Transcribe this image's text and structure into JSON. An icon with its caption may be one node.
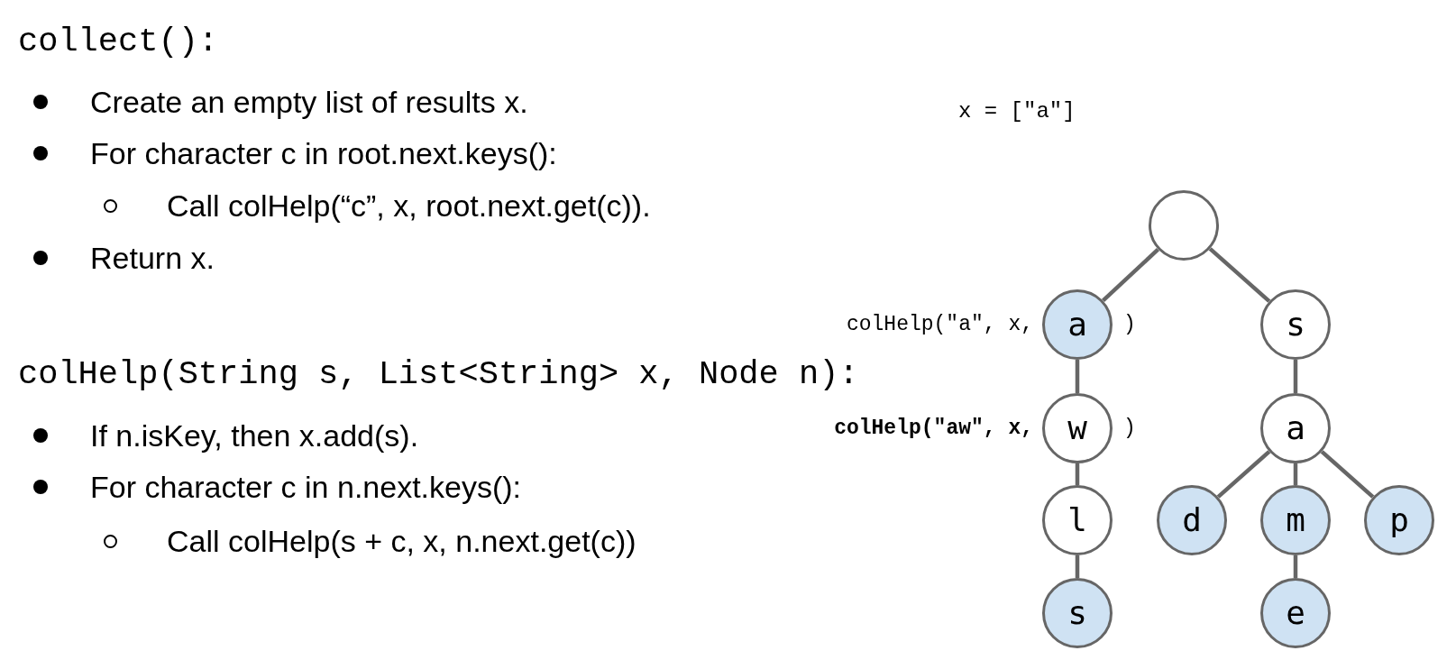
{
  "diagram": {
    "nodes": [
      {
        "text": [],
        "shape": "circle"
      },
      {
        "text": [
          "a"
        ],
        "beside": [
          "colHelp(\"a\", x,",
          ")"
        ]
      },
      {
        "text": [
          "s"
        ]
      },
      {
        "text": [
          "w"
        ],
        "beside": [
          "**colHelp(\"aw\", x,**",
          ")"
        ]
      },
      {
        "text": [
          "a"
        ]
      },
      {
        "text": [
          "l"
        ]
      },
      {
        "text": [
          "d"
        ]
      },
      {
        "text": [
          "m"
        ]
      },
      {
        "text": [
          "p"
        ]
      },
      {
        "text": [
          "s"
        ]
      },
      {
        "text": [
          "e"
        ]
      }
    ],
    "edges": [
      {
        "from": 0,
        "to": 1,
        "arrow": "none"
      },
      {
        "from": 0,
        "to": 2,
        "arrow": "none"
      },
      {
        "from": 1,
        "to": 3,
        "arrow": "none"
      },
      {
        "from": 2,
        "to": 4,
        "arrow": "none"
      },
      {
        "from": 3,
        "to": 5,
        "arrow": "none"
      },
      {
        "from": 4,
        "to": 6,
        "arrow": "none"
      },
      {
        "from": 4,
        "to": 7,
        "arrow": "none"
      },
      {
        "from": 4,
        "to": 8,
        "arrow": "none"
      },
      {
        "from": 5,
        "to": 9,
        "arrow": "none"
      },
      {
        "from": 7,
        "to": 10,
        "arrow": "none"
      }
    ],
    "labels": [
      "collect():",
      "Create an empty list of results x.",
      "For character c in root.next.keys():",
      "Call colHelp(“c”, x, root.next.get(c)).",
      "Return x.",
      "x = [\"a\"]",
      "colHelp(String s, List<String> x, Node n):",
      "If n.isKey, then x.add(s).",
      "For character c in n.next.keys():",
      "Call colHelp(s + c, x, n.next.get(c))"
    ]
  }
}
